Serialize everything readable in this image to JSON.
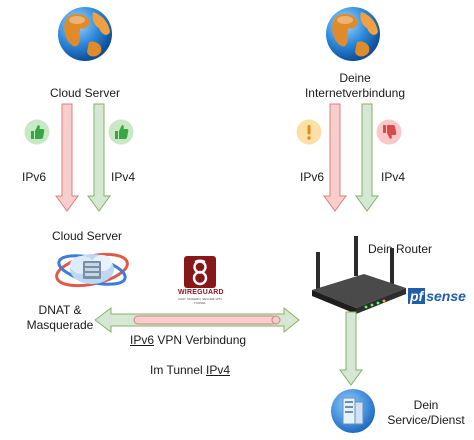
{
  "left": {
    "title": "Cloud Server",
    "ipv6": "IPv6",
    "ipv4": "IPv4",
    "server_label": "Cloud Server",
    "nat_line1": "DNAT &",
    "nat_line2": "Masquerade"
  },
  "right": {
    "title_line1": "Deine",
    "title_line2": "Internetverbindung",
    "ipv6": "IPv6",
    "ipv4": "IPv4",
    "router_label": "Dein Router",
    "service_line1": "Dein",
    "service_line2": "Service/Dienst"
  },
  "tunnel": {
    "vpn_prefix": "IPv6",
    "vpn_suffix": " VPN Verbindung",
    "inner_prefix": "Im Tunnel ",
    "inner_underlined": "IPv4"
  },
  "logos": {
    "wireguard": "WIREGUARD",
    "wireguard_sub": "FAST, MODERN, SECURE VPN TUNNEL",
    "pfsense_pf": "pf",
    "pfsense_sense": "sense"
  },
  "colors": {
    "red_arrow": "#f8cecc",
    "red_stroke": "#d9807a",
    "green_arrow": "#d5e8d4",
    "green_stroke": "#82b366",
    "ok": "#4caf50",
    "warn": "#f2b84b",
    "bad": "#e0595a",
    "pfsense_blue": "#1f5fa8"
  },
  "icons": [
    "globe-icon",
    "thumbs-up-icon",
    "warning-icon",
    "thumbs-down-icon",
    "cloud-server-icon",
    "wireguard-logo",
    "router-icon",
    "pfsense-logo",
    "service-icon"
  ]
}
